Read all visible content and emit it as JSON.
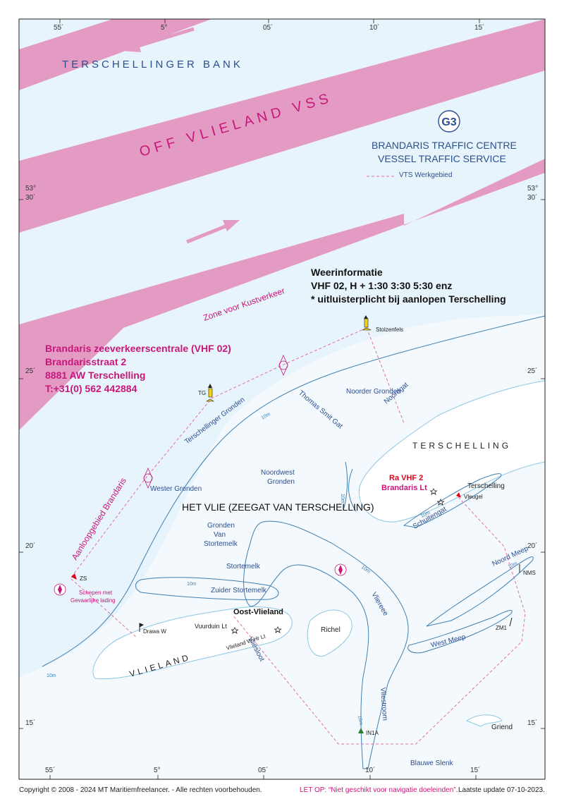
{
  "title": {
    "badge": "G3",
    "line1": "BRANDARIS TRAFFIC CENTRE",
    "line2": "VESSEL TRAFFIC SERVICE",
    "legend": "VTS Werkgebied"
  },
  "areas": {
    "bank": "TERSCHELLINGER BANK",
    "vss": "OFF VLIELAND VSS",
    "coastal_zone": "Zone voor Kustverkeer",
    "approach": "Aanloopgebied Brandaris",
    "main_channel": "HET VLIE (ZEEGAT VAN TERSCHELLING)"
  },
  "weather": {
    "title": "Weerinformatie",
    "line1": "VHF 02, H + 1:30 3:30 5:30 enz",
    "line2": "* uitluisterplicht bij aanlopen Terschelling"
  },
  "contact": {
    "line1": "Brandaris zeeverkeerscentrale (VHF 02)",
    "line2": "Brandarisstraat 2",
    "line3": "8881 AW Terschelling",
    "line4": "T:+31(0) 562 442884"
  },
  "islands": {
    "terschelling": "TERSCHELLING",
    "vlieland": "VLIELAND",
    "oost_vlieland": "Oost-Vlieland",
    "richel": "Richel",
    "griend": "Griend",
    "terschelling_town": "Terschelling"
  },
  "waters": {
    "noorder_gronden": "Noorder Gronden",
    "noordgat": "Noordgat",
    "thomas_smit_gat": "Thomas Smit Gat",
    "terschellinger_gronden": "Terschellinger Gronden",
    "noordwest_gronden_1": "Noordwest",
    "noordwest_gronden_2": "Gronden",
    "wester_gronden": "Wester Gronden",
    "gronden_1": "Gronden",
    "gronden_2": "Van",
    "gronden_3": "Stortemelk",
    "stortemelk": "Stortemelk",
    "zuider_stortemelk": "Zuider Stortemelk",
    "vliereee": "Vliereee",
    "vliestroom": "Vliestroom",
    "vliesloot": "Vliesloot",
    "schuitengat": "Schuitengat",
    "noord_meep": "Noord Meep",
    "west_meep": "West Meep",
    "blauwe_slenk": "Blauwe Slenk"
  },
  "depth_labels": [
    "10m",
    "10m",
    "10m",
    "10m",
    "10m",
    "10m",
    "10m",
    "10m"
  ],
  "marks": {
    "stolzenfels": "Stolzenfels",
    "tg": "TG",
    "zs": "ZS",
    "drawa": "Drawa W",
    "vuurduin": "Vuurduin Lt",
    "vlieland_hr": "Vlieland W Hr Lt",
    "in1a": "IN1A",
    "nms": "NMS",
    "zm1": "ZM1",
    "vleugel": "Vleugel",
    "ra_vhf": "Ra VHF 2",
    "brandaris_lt": "Brandaris Lt",
    "gevaarlijk_1": "Schepen met",
    "gevaarlijk_2": "Gevaarlijke lading"
  },
  "ticks": {
    "top": [
      "55´",
      "5°",
      "05´",
      "10´",
      "15´"
    ],
    "bottom": [
      "55´",
      "5°",
      "05´",
      "10´",
      "15´"
    ],
    "left_53": "53°",
    "left_30": "30´",
    "left_25": "25´",
    "left_20": "20´",
    "left_15": "15´",
    "right_53": "53°",
    "right_30": "30´",
    "right_25": "25´",
    "right_20": "20´",
    "right_15": "15´"
  },
  "footer": {
    "copyright": "Copyright © 2008 - 2024 MT Maritiemfreelancer. - Alle rechten voorbehouden.",
    "warning": "LET OP: “Niet geschikt voor navigatie doeleinden”.",
    "updated": "Laatste update 07-10-2023."
  },
  "colors": {
    "water": "#e8f4fb",
    "shallow": "#d7ecf7",
    "land": "#ffffff",
    "lane": "#e39bc4",
    "magenta": "#c8177b",
    "depth": "#3f7fb0",
    "label_blue": "#2b4f8e",
    "red": "#e3001b",
    "buoy_yellow": "#f2d21c",
    "buoy_green": "#2e7d32"
  }
}
